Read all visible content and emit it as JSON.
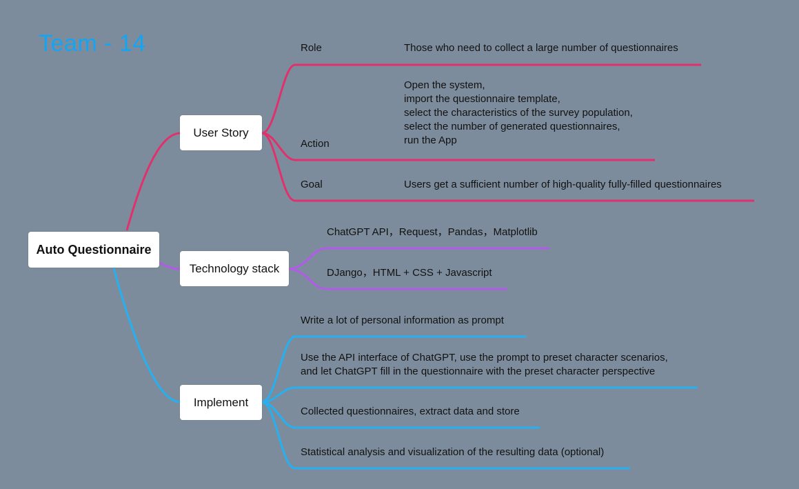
{
  "title": "Team - 14",
  "colors": {
    "background": "#7d8c9c",
    "title": "#14a5f2",
    "user_story_branch": "#e0316c",
    "tech_branch": "#b25be8",
    "implement_branch": "#26b0f0"
  },
  "root": {
    "label": "Auto Questionnaire"
  },
  "user_story": {
    "label": "User Story",
    "role": {
      "key": "Role",
      "value": "Those who need to collect a large number of questionnaires"
    },
    "action": {
      "key": "Action",
      "lines": [
        "Open the system,",
        "import the questionnaire template,",
        "select the characteristics of the survey population,",
        "select the number of generated questionnaires,",
        "run the App"
      ]
    },
    "goal": {
      "key": "Goal",
      "value": "Users get a sufficient number of high-quality fully-filled questionnaires"
    }
  },
  "tech_stack": {
    "label": "Technology stack",
    "items": [
      "ChatGPT API，Request，Pandas，Matplotlib",
      "DJango，HTML + CSS + Javascript"
    ]
  },
  "implement": {
    "label": "Implement",
    "items": [
      "Write a lot of personal information as prompt",
      "Use the API interface of ChatGPT, use the prompt to preset character scenarios,",
      "and let ChatGPT fill in the questionnaire with the preset character perspective",
      "Collected questionnaires, extract data and store",
      "Statistical analysis and visualization of the resulting data (optional)"
    ]
  }
}
